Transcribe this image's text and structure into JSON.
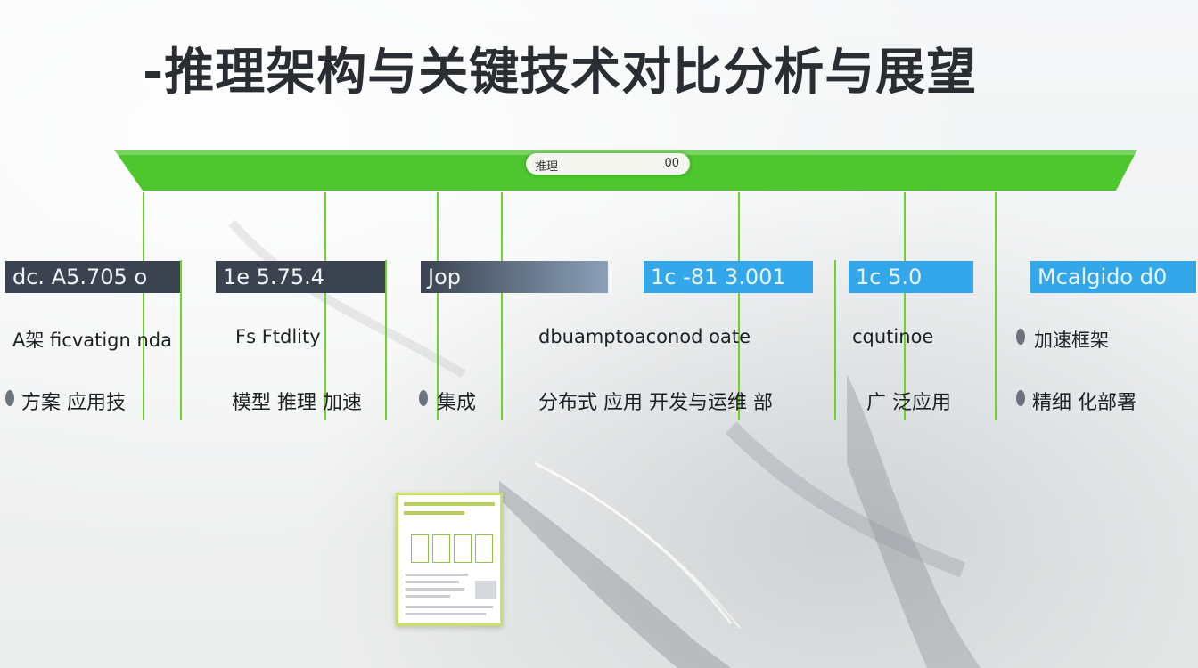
{
  "title": "-推理架构与关键技术对比分析与展望",
  "ribbon": {
    "left_text": "推理",
    "right_text": "00",
    "color": "#4ec72f"
  },
  "columns": [
    {
      "label": "dc. A5.705 o",
      "style": "dark",
      "line1": "A架 ficvatign nda",
      "line2": "方案 应用技"
    },
    {
      "label": "1e 5.75.4",
      "style": "dark",
      "line1": "Fs Ftdlity",
      "line2": "模型 推理 加速"
    },
    {
      "label": "Jop",
      "style": "grad",
      "line1": "",
      "line2": "集成"
    },
    {
      "label": "1c -81 3.001",
      "style": "blue",
      "line1": "dbuamptoaconod oate",
      "line2": "分布式 应用 开发与运维 部"
    },
    {
      "label": "1c 5.0",
      "style": "blue",
      "line1": "cqutinoe",
      "line2": "广 泛应用"
    },
    {
      "label": "Mcalgido d0",
      "style": "blue",
      "line1": "加速框架",
      "line2": "精细 化部署"
    }
  ],
  "colors": {
    "ribbon": "#4ec72f",
    "connector": "#6fd12e",
    "label_dark": "#3b4350",
    "label_blue": "#33a7ea"
  }
}
